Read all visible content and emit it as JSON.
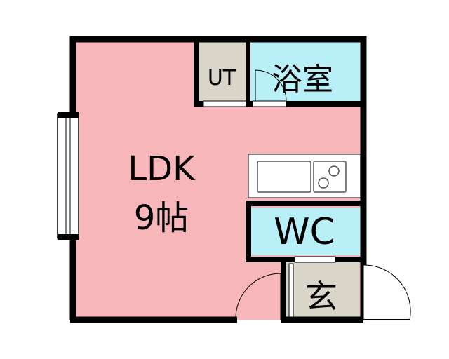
{
  "rooms": {
    "ldk": {
      "name": "LDK",
      "size": "9帖"
    },
    "bath": {
      "name": "浴室"
    },
    "utility": {
      "name": "UT"
    },
    "toilet": {
      "name": "WC"
    },
    "entrance": {
      "name": "玄"
    }
  },
  "colors": {
    "ldk_fill": "#f7b6b9",
    "wet_area_fill": "#b9f0f7",
    "floor_fill": "#d9d5c8",
    "wall": "#000000",
    "kitchen_fill": "#ffffff",
    "background": "#ffffff"
  }
}
